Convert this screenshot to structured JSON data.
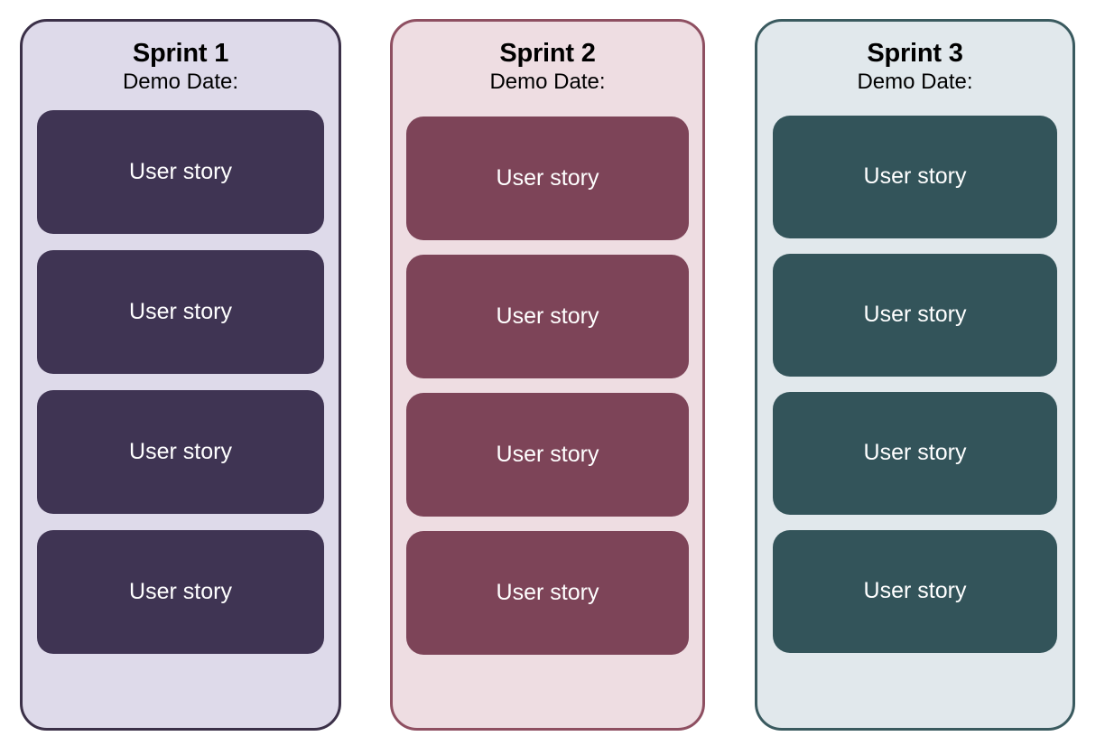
{
  "board": {
    "background_color": "#ffffff",
    "columns": [
      {
        "id": "sprint-1",
        "title": "Sprint 1",
        "demo_date_label": "Demo Date:",
        "demo_date_value": "",
        "panel_background_color": "#dedaea",
        "panel_border_color": "#3b3048",
        "card_color": "#3f3453",
        "card_text_color": "#ffffff",
        "stories": [
          {
            "label": "User story"
          },
          {
            "label": "User story"
          },
          {
            "label": "User story"
          },
          {
            "label": "User story"
          }
        ]
      },
      {
        "id": "sprint-2",
        "title": "Sprint 2",
        "demo_date_label": "Demo Date:",
        "demo_date_value": "",
        "panel_background_color": "#eedde2",
        "panel_border_color": "#8e4f61",
        "card_color": "#7d4458",
        "card_text_color": "#ffffff",
        "stories": [
          {
            "label": "User story"
          },
          {
            "label": "User story"
          },
          {
            "label": "User story"
          },
          {
            "label": "User story"
          }
        ]
      },
      {
        "id": "sprint-3",
        "title": "Sprint 3",
        "demo_date_label": "Demo Date:",
        "demo_date_value": "",
        "panel_background_color": "#e1e8ec",
        "panel_border_color": "#3a5a5f",
        "card_color": "#33545a",
        "card_text_color": "#ffffff",
        "stories": [
          {
            "label": "User story"
          },
          {
            "label": "User story"
          },
          {
            "label": "User story"
          },
          {
            "label": "User story"
          }
        ]
      }
    ]
  }
}
